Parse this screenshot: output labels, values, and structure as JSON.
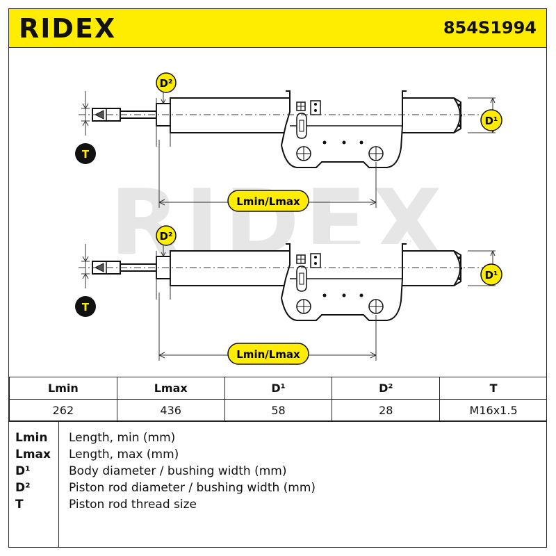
{
  "header": {
    "brand": "RIDEX",
    "part_number": "854S1994",
    "background_color": "#ffed00"
  },
  "diagram": {
    "label_lmin_lmax": "Lmin/Lmax",
    "label_d1": "D¹",
    "label_d2": "D²",
    "label_t": "T",
    "watermark": "RIDEX"
  },
  "table": {
    "headers": [
      "Lmin",
      "Lmax",
      "D¹",
      "D²",
      "T"
    ],
    "values": [
      "262",
      "436",
      "58",
      "28",
      "M16x1.5"
    ]
  },
  "legend": [
    {
      "key": "Lmin",
      "text": "Length, min (mm)"
    },
    {
      "key": "Lmax",
      "text": "Length, max (mm)"
    },
    {
      "key": "D¹",
      "text": "Body diameter / bushing width (mm)"
    },
    {
      "key": "D²",
      "text": "Piston rod diameter / bushing width (mm)"
    },
    {
      "key": "T",
      "text": "Piston rod thread size"
    }
  ]
}
